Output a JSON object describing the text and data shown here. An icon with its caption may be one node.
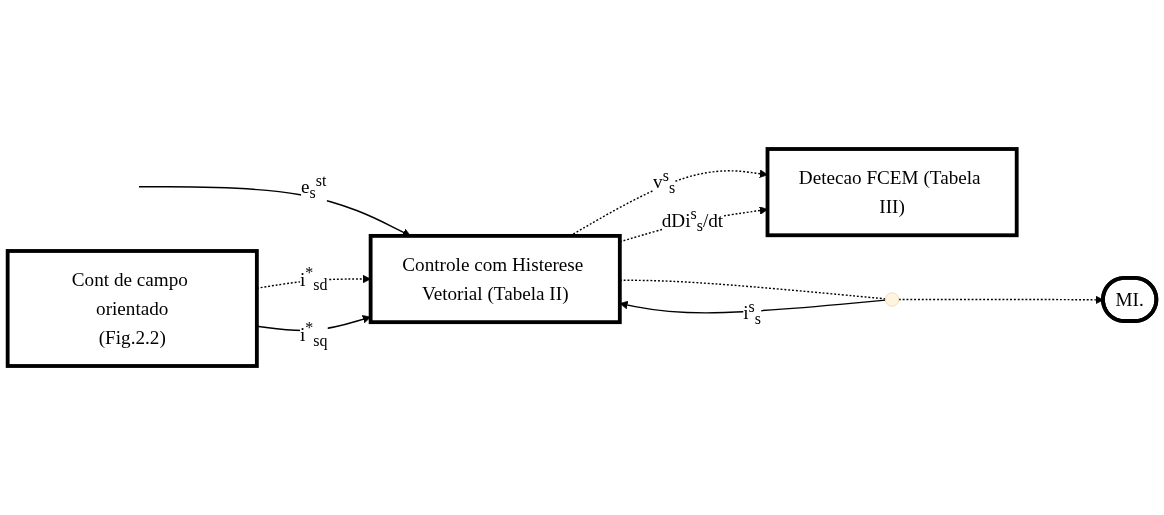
{
  "diagram": {
    "nodes": [
      {
        "text": [
          "Detecao FCEM (Tabela III)"
        ]
      },
      {
        "text": [
          "Cont de campo orientado",
          "(Fig.2.2)"
        ]
      },
      {
        "text": [
          "Controle com Histerese Vetorial (Tabela II)"
        ]
      },
      {
        "text": [
          "MI."
        ]
      },
      {
        "text": [],
        "shape": "circle"
      }
    ],
    "edges": [
      {
        "from": null,
        "to": 2,
        "arrow": "to",
        "label": "e$_{s}$$^{st}$"
      },
      {
        "from": 2,
        "to": 0,
        "arrow": "to",
        "style": "dashed",
        "label": "v$^{s}$$_{s}$"
      },
      {
        "from": 2,
        "to": 0,
        "arrow": "to",
        "style": "dashed",
        "label": "dDi$^{s}$$_{s}$/dt"
      },
      {
        "from": 1,
        "to": 2,
        "arrow": "to",
        "style": "dashed",
        "label": "i$^{*}$$_{sd}$"
      },
      {
        "from": 1,
        "to": 2,
        "arrow": "to",
        "label": "i$^{*}$$_{sq}$"
      },
      {
        "from": 2,
        "to": 4,
        "arrow": "none",
        "style": "dashed"
      },
      {
        "from": 4,
        "to": 3,
        "arrow": "to",
        "style": "dashed"
      },
      {
        "from": 4,
        "to": 2,
        "arrow": "to",
        "label": "i$^{s}$$_{s}$"
      }
    ]
  }
}
